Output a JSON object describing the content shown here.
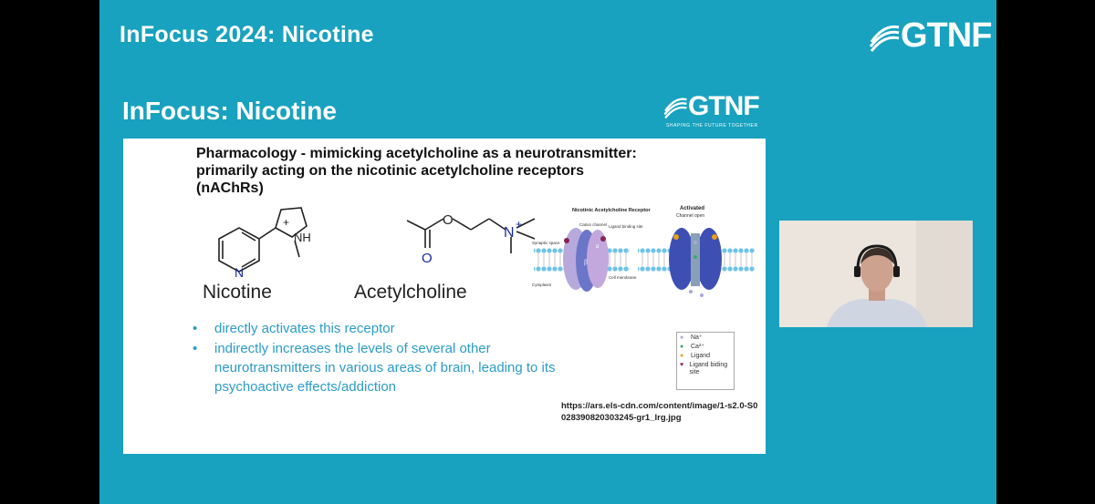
{
  "window": {
    "title": "InFocus 2024: Nicotine",
    "logo": "GTNF"
  },
  "slide": {
    "title": "InFocus: Nicotine",
    "logo": "GTNF",
    "logo_tagline": "SHAPING THE FUTURE TOGETHER",
    "heading_lines": [
      "Pharmacology - mimicking acetylcholine as a neurotransmitter:",
      "primarily acting on the  nicotinic acetylcholine receptors",
      "(nAChRs)"
    ],
    "molecules": [
      {
        "name": "Nicotine",
        "atoms": {
          "n_ring": "N",
          "nh": "NH",
          "charge": "+"
        }
      },
      {
        "name": "Acetylcholine",
        "atoms": {
          "o_ester": "O",
          "o_carbonyl": "O",
          "n_quat": "N",
          "charge": "+"
        }
      }
    ],
    "bullets": [
      "directly activates this receptor",
      "indirectly increases the levels of several other neurotransmitters in various areas of brain, leading to its psychoactive effects/addiction"
    ],
    "receptor_figure": {
      "left_title": "Nicotinic Acetylcholine Receptor",
      "cation_channel": "Cation channel",
      "ligand_binding": "Ligand binding site",
      "synaptic_space": "Synaptic space",
      "cell_membrane": "Cell membrane",
      "cytoplasm": "Cytoplasm",
      "beta": "β",
      "alpha": "α",
      "right_title": "Activated",
      "right_sub": "Channel open"
    },
    "legend": [
      {
        "label": "Na⁺",
        "color": "#a9a9d8"
      },
      {
        "label": "Ca²⁺",
        "color": "#3aa86b"
      },
      {
        "label": "Ligand",
        "color": "#e8a21a"
      },
      {
        "label": "Ligand biding site",
        "color": "#8a2454"
      }
    ],
    "citation": "https://ars.els-cdn.com/content/image/1-s2.0-S0028390820303245-gr1_lrg.jpg"
  },
  "colors": {
    "background": "#18a2bf",
    "bullet_text": "#2b9cc7",
    "nitrogen": "#1a2a9c",
    "oxygen": "#1a2a9c"
  }
}
